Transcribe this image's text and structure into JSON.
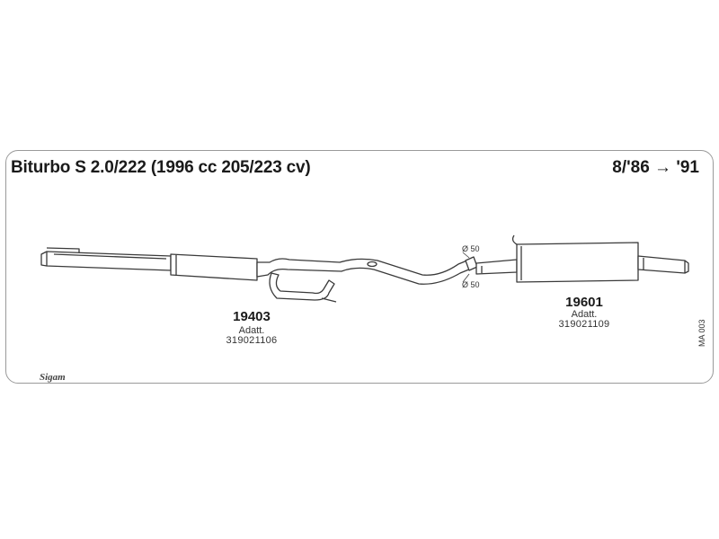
{
  "header": {
    "title": "Biturbo S 2.0/222 (1996 cc 205/223 cv)",
    "years": "8/'86 → '91"
  },
  "parts": [
    {
      "number": "19403",
      "note": "Adatt.",
      "code": "319021106"
    },
    {
      "number": "19601",
      "note": "Adatt.",
      "code": "319021109"
    }
  ],
  "joint": {
    "diameter_top": "Ø 50",
    "diameter_bottom": "Ø 50"
  },
  "drawing_ref": "MA 003",
  "logo_text": "Sigam",
  "colors": {
    "line": "#3a3a3a",
    "fill": "#ffffff",
    "frame": "#9a9a9a"
  }
}
